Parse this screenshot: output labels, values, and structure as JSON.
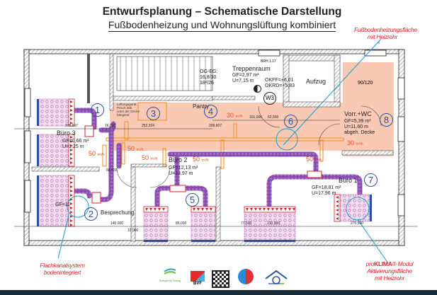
{
  "header": {
    "title": "Entwurfsplanung – Schematische Darstellung",
    "subtitle": "Fußbodenheizung und Wohnungslüftung kombiniert"
  },
  "annotations": {
    "floor_heating": [
      "Fußbodenheizungsfläche",
      "mit Heizrohr"
    ],
    "flat_duct": [
      "Flachkanalsystem",
      "bodenintegriert"
    ],
    "proklima_prefix": "pro",
    "proklima_brand": "KLIMA",
    "proklima_suffix": "® Modul",
    "proklima_lines": [
      "Aktivierungsfläche",
      "mit Heizrohr"
    ]
  },
  "rooms": {
    "buero3": {
      "name": "Büro 3",
      "gf": "GF=0,66 m²",
      "u": "U=1,25 m"
    },
    "besprechung": {
      "name": "Besprechung",
      "gf": "GF=11"
    },
    "buero2": {
      "name": "Büro 2",
      "gf": "GF=12,13 m²",
      "u": "U=13,97 m"
    },
    "buero1": {
      "name": "Büro 1",
      "gf": "GF=18,81 m²",
      "u": "U=17,96 m"
    },
    "treppenraum": {
      "name": "Treppenraum",
      "gf": "GF=2,97 m²",
      "u": "U=7,15 m"
    },
    "levels": {
      "okff": "OKFF=+6,01",
      "okrd": "OKRD=+5,83"
    },
    "aufzug": {
      "name": "Aufzug"
    },
    "wc": {
      "name": "Vorr.+WC",
      "gf": "GF=5,39 m²",
      "u": "U=11,60 m",
      "note": "abgeh. Decke"
    },
    "pantry": {
      "name": "Pantry"
    },
    "shower": "90/120",
    "brh": "BRH 1.17",
    "w3": "W3",
    "stairs": [
      "OG-EG:",
      "16,8/30",
      "18²/26"
    ],
    "vent_unit": [
      "Lüftungsgerät",
      "POLO 250",
      "unter der Decke",
      "hängend"
    ]
  },
  "zones": [
    "1",
    "2",
    "3",
    "4",
    "5",
    "6",
    "7",
    "8"
  ],
  "flows": {
    "f50": "50",
    "f30": "30",
    "unit": "m³/h"
  },
  "dimensions": [
    "275,507",
    "252,324",
    "209,607",
    "101,006",
    "62,500",
    "16,000",
    "10,000",
    "140,000",
    "85,000",
    "77,500",
    "270,500",
    "210,500",
    "68,500"
  ],
  "logos": {
    "energiecity": "EnergieCity Leipzig",
    "bvf": "BVF"
  },
  "colors": {
    "heating_zone": "#f9c9b4",
    "duct": "#8a4bb0",
    "pipe": "#f08a1c",
    "annotation": "#e0202a",
    "leader": "#1a9ad6",
    "zone_number": "#2d4fa0"
  }
}
